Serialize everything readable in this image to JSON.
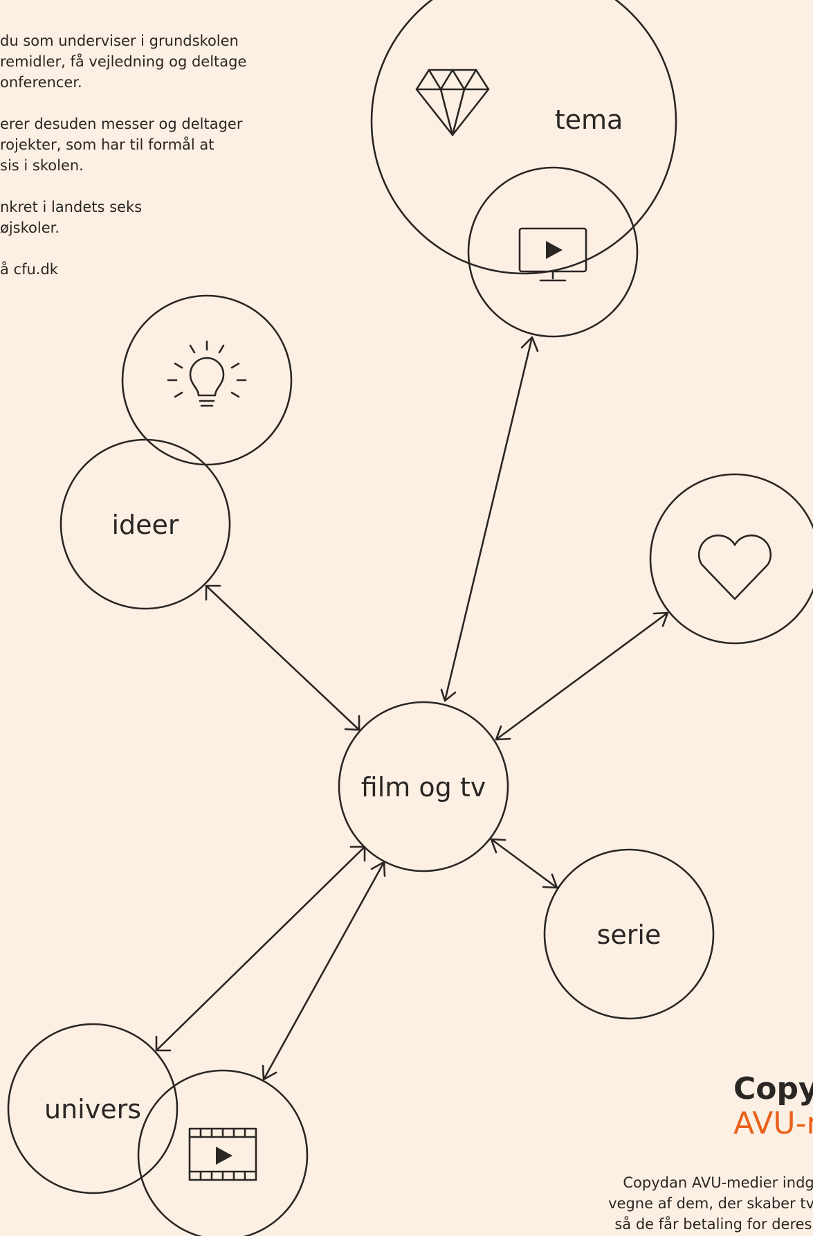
{
  "intro": {
    "para1": [
      "du som underviser i grundskolen",
      "remidler, få vejledning og deltage",
      "onferencer."
    ],
    "para2": [
      "erer desuden messer og deltager",
      "rojekter, som har til formål at",
      "sis i skolen."
    ],
    "para3": [
      "nkret i landets seks",
      "øjskoler."
    ],
    "para4": "å cfu.dk"
  },
  "diagram": {
    "center": "film og tv",
    "nodes": {
      "tema": "tema",
      "ideer": "ideer",
      "serie": "serie",
      "univers": "univers"
    },
    "icons": [
      "diamond-icon",
      "tv-play-icon",
      "lightbulb-icon",
      "heart-icon",
      "film-strip-icon"
    ]
  },
  "footer": {
    "title": "Copyd",
    "subtitle": "AVU-m",
    "text": [
      "Copydan AVU-medier indgå",
      "vegne af dem, der skaber tv, m",
      "så de får betaling for deres ar"
    ]
  },
  "colors": {
    "background": "#fbf0e3",
    "ink": "#2a2624",
    "accent": "#e8611a"
  }
}
